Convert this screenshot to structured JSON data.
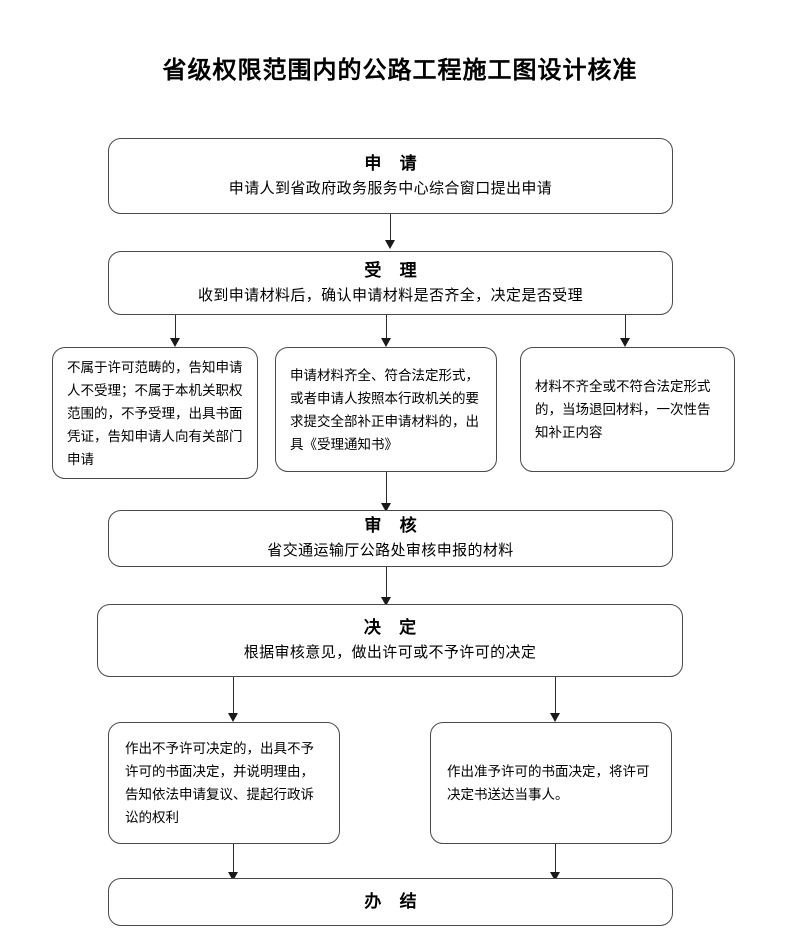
{
  "title": "省级权限范围内的公路工程施工图设计核准",
  "nodes": {
    "apply": {
      "header": "申 请",
      "text": "申请人到省政府政务服务中心综合窗口提出申请"
    },
    "accept": {
      "header": "受 理",
      "text": "收到申请材料后，确认申请材料是否齐全，决定是否受理"
    },
    "branch_left": {
      "text": "不属于许可范畴的，告知申请人不受理；不属于本机关职权范围的，不予受理，出具书面凭证，告知申请人向有关部门申请"
    },
    "branch_middle": {
      "text": "申请材料齐全、符合法定形式，或者申请人按照本行政机关的要求提交全部补正申请材料的，出具《受理通知书》"
    },
    "branch_right": {
      "text": "材料不齐全或不符合法定形式的，当场退回材料，一次性告知补正内容"
    },
    "review": {
      "header": "审 核",
      "text": "省交通运输厅公路处审核申报的材料"
    },
    "decide": {
      "header": "决 定",
      "text": "根据审核意见，做出许可或不予许可的决定"
    },
    "deny": {
      "text": "作出不予许可决定的，出具不予许可的书面决定，并说明理由，告知依法申请复议、提起行政诉讼的权利"
    },
    "grant": {
      "text": "作出准予许可的书面决定，将许可决定书送达当事人。"
    },
    "finish": {
      "header": "办 结"
    }
  },
  "colors": {
    "border": "#4a4a4a",
    "arrow": "#1a1a1a",
    "text": "#000000",
    "background": "#ffffff"
  }
}
